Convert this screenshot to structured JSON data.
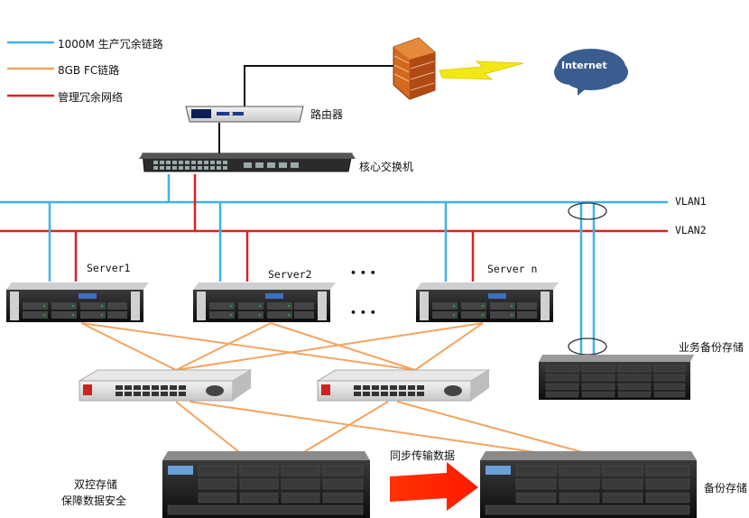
{
  "legend": {
    "items": [
      {
        "label": "1000M 生产冗余链路",
        "color": "#3cb4e6"
      },
      {
        "label": "8GB FC链路",
        "color": "#f4a460"
      },
      {
        "label": "管理冗余网络",
        "color": "#e02020"
      }
    ]
  },
  "devices": {
    "router": "路由器",
    "core_switch": "核心交换机",
    "internet": "Internet",
    "backup_storage_business": "业务备份存储",
    "dual_storage_line1": "双控存储",
    "dual_storage_line2": "保障数据安全",
    "backup_storage": "备份存储",
    "sync_label": "同步传输数据"
  },
  "vlans": {
    "vlan1": "VLAN1",
    "vlan2": "VLAN2"
  },
  "servers": {
    "server1": "Server1",
    "server2": "Server2",
    "servern": "Server n",
    "ellipsis": "• • •"
  }
}
